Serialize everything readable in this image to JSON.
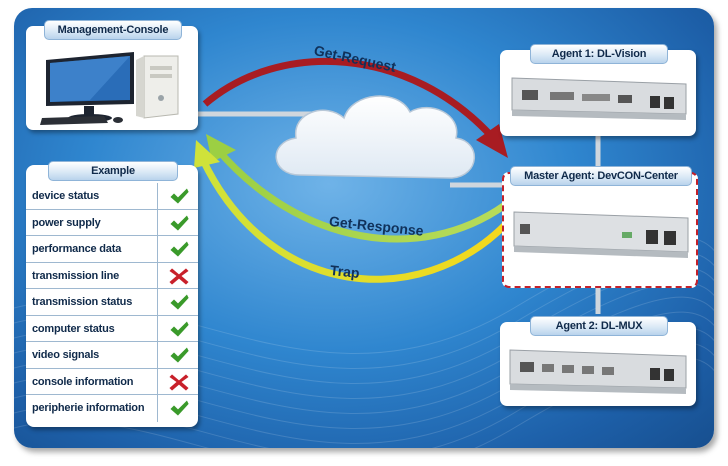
{
  "manager": {
    "title": "Management-Console"
  },
  "agents": [
    {
      "title": "Agent 1: DL-Vision"
    },
    {
      "title": "Master Agent: DevCON-Center"
    },
    {
      "title": "Agent 2: DL-MUX"
    }
  ],
  "flows": {
    "request": "Get-Request",
    "response": "Get-Response",
    "trap": "Trap"
  },
  "example": {
    "title": "Example",
    "rows": [
      {
        "label": "device status",
        "mark": "check"
      },
      {
        "label": "power supply",
        "mark": "check"
      },
      {
        "label": "performance data",
        "mark": "check"
      },
      {
        "label": "transmission line",
        "mark": "cross"
      },
      {
        "label": "transmission status",
        "mark": "check"
      },
      {
        "label": "computer status",
        "mark": "check"
      },
      {
        "label": "video signals",
        "mark": "check"
      },
      {
        "label": "console information",
        "mark": "cross"
      },
      {
        "label": "peripherie information",
        "mark": "check"
      }
    ]
  },
  "colors": {
    "check": "#3a9a2a",
    "cross": "#c8202a",
    "request_arrow": "#a81c22",
    "response_arrow": "#8cc63f",
    "trap_arrow": "#f2d21a"
  },
  "icons": [
    "pc-monitor-icon",
    "pc-tower-icon",
    "cloud-icon",
    "rack-device-icon",
    "check-icon",
    "cross-icon"
  ]
}
